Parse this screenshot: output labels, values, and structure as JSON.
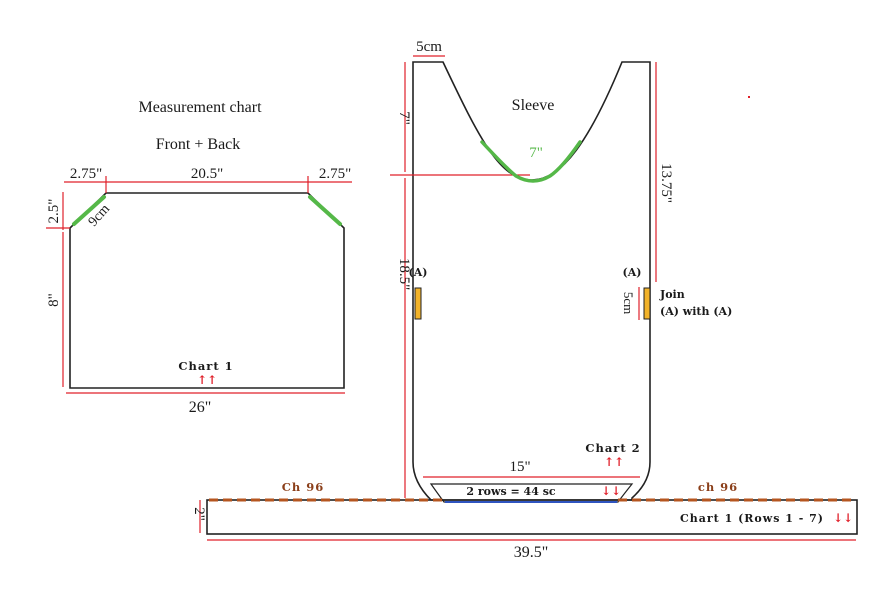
{
  "colors": {
    "outline": "#222222",
    "measure": "#e0202a",
    "highlight": "#55b848",
    "seam": "#b5551f",
    "marker": "#f2b32a",
    "sc_row": "#2f55c0",
    "chain_label": "#8b3f1a",
    "arrow": "#e0202a"
  },
  "front_back": {
    "title": "Measurement chart",
    "subtitle": "Front + Back",
    "top_left": "2.75\"",
    "top_center": "20.5\"",
    "top_right": "2.75\"",
    "left_upper": "2.5\"",
    "diagonal": "9cm",
    "left_lower": "8\"",
    "chart_label": "Chart 1",
    "bottom": "26\""
  },
  "sleeve": {
    "top_width": "5cm",
    "title": "Sleeve",
    "left_upper": "7\"",
    "curve": "7\"",
    "right_upper": "13.75\"",
    "left_lower": "18.5\"",
    "marker_left": "(A)",
    "marker_right": "(A)",
    "marker_size": "5cm",
    "join_1": "Join",
    "join_2": "(A) with (A)",
    "chart_label": "Chart 2",
    "bottom_width": "15\"",
    "rows_label": "2 rows = 44 sc"
  },
  "band": {
    "left_chain": "Ch 96",
    "right_chain": "ch 96",
    "height": "2\"",
    "chart_label": "Chart 1 (Rows 1 - 7)",
    "width": "39.5\""
  },
  "arrows": {
    "up": "↑↑",
    "down": "↓↓"
  }
}
